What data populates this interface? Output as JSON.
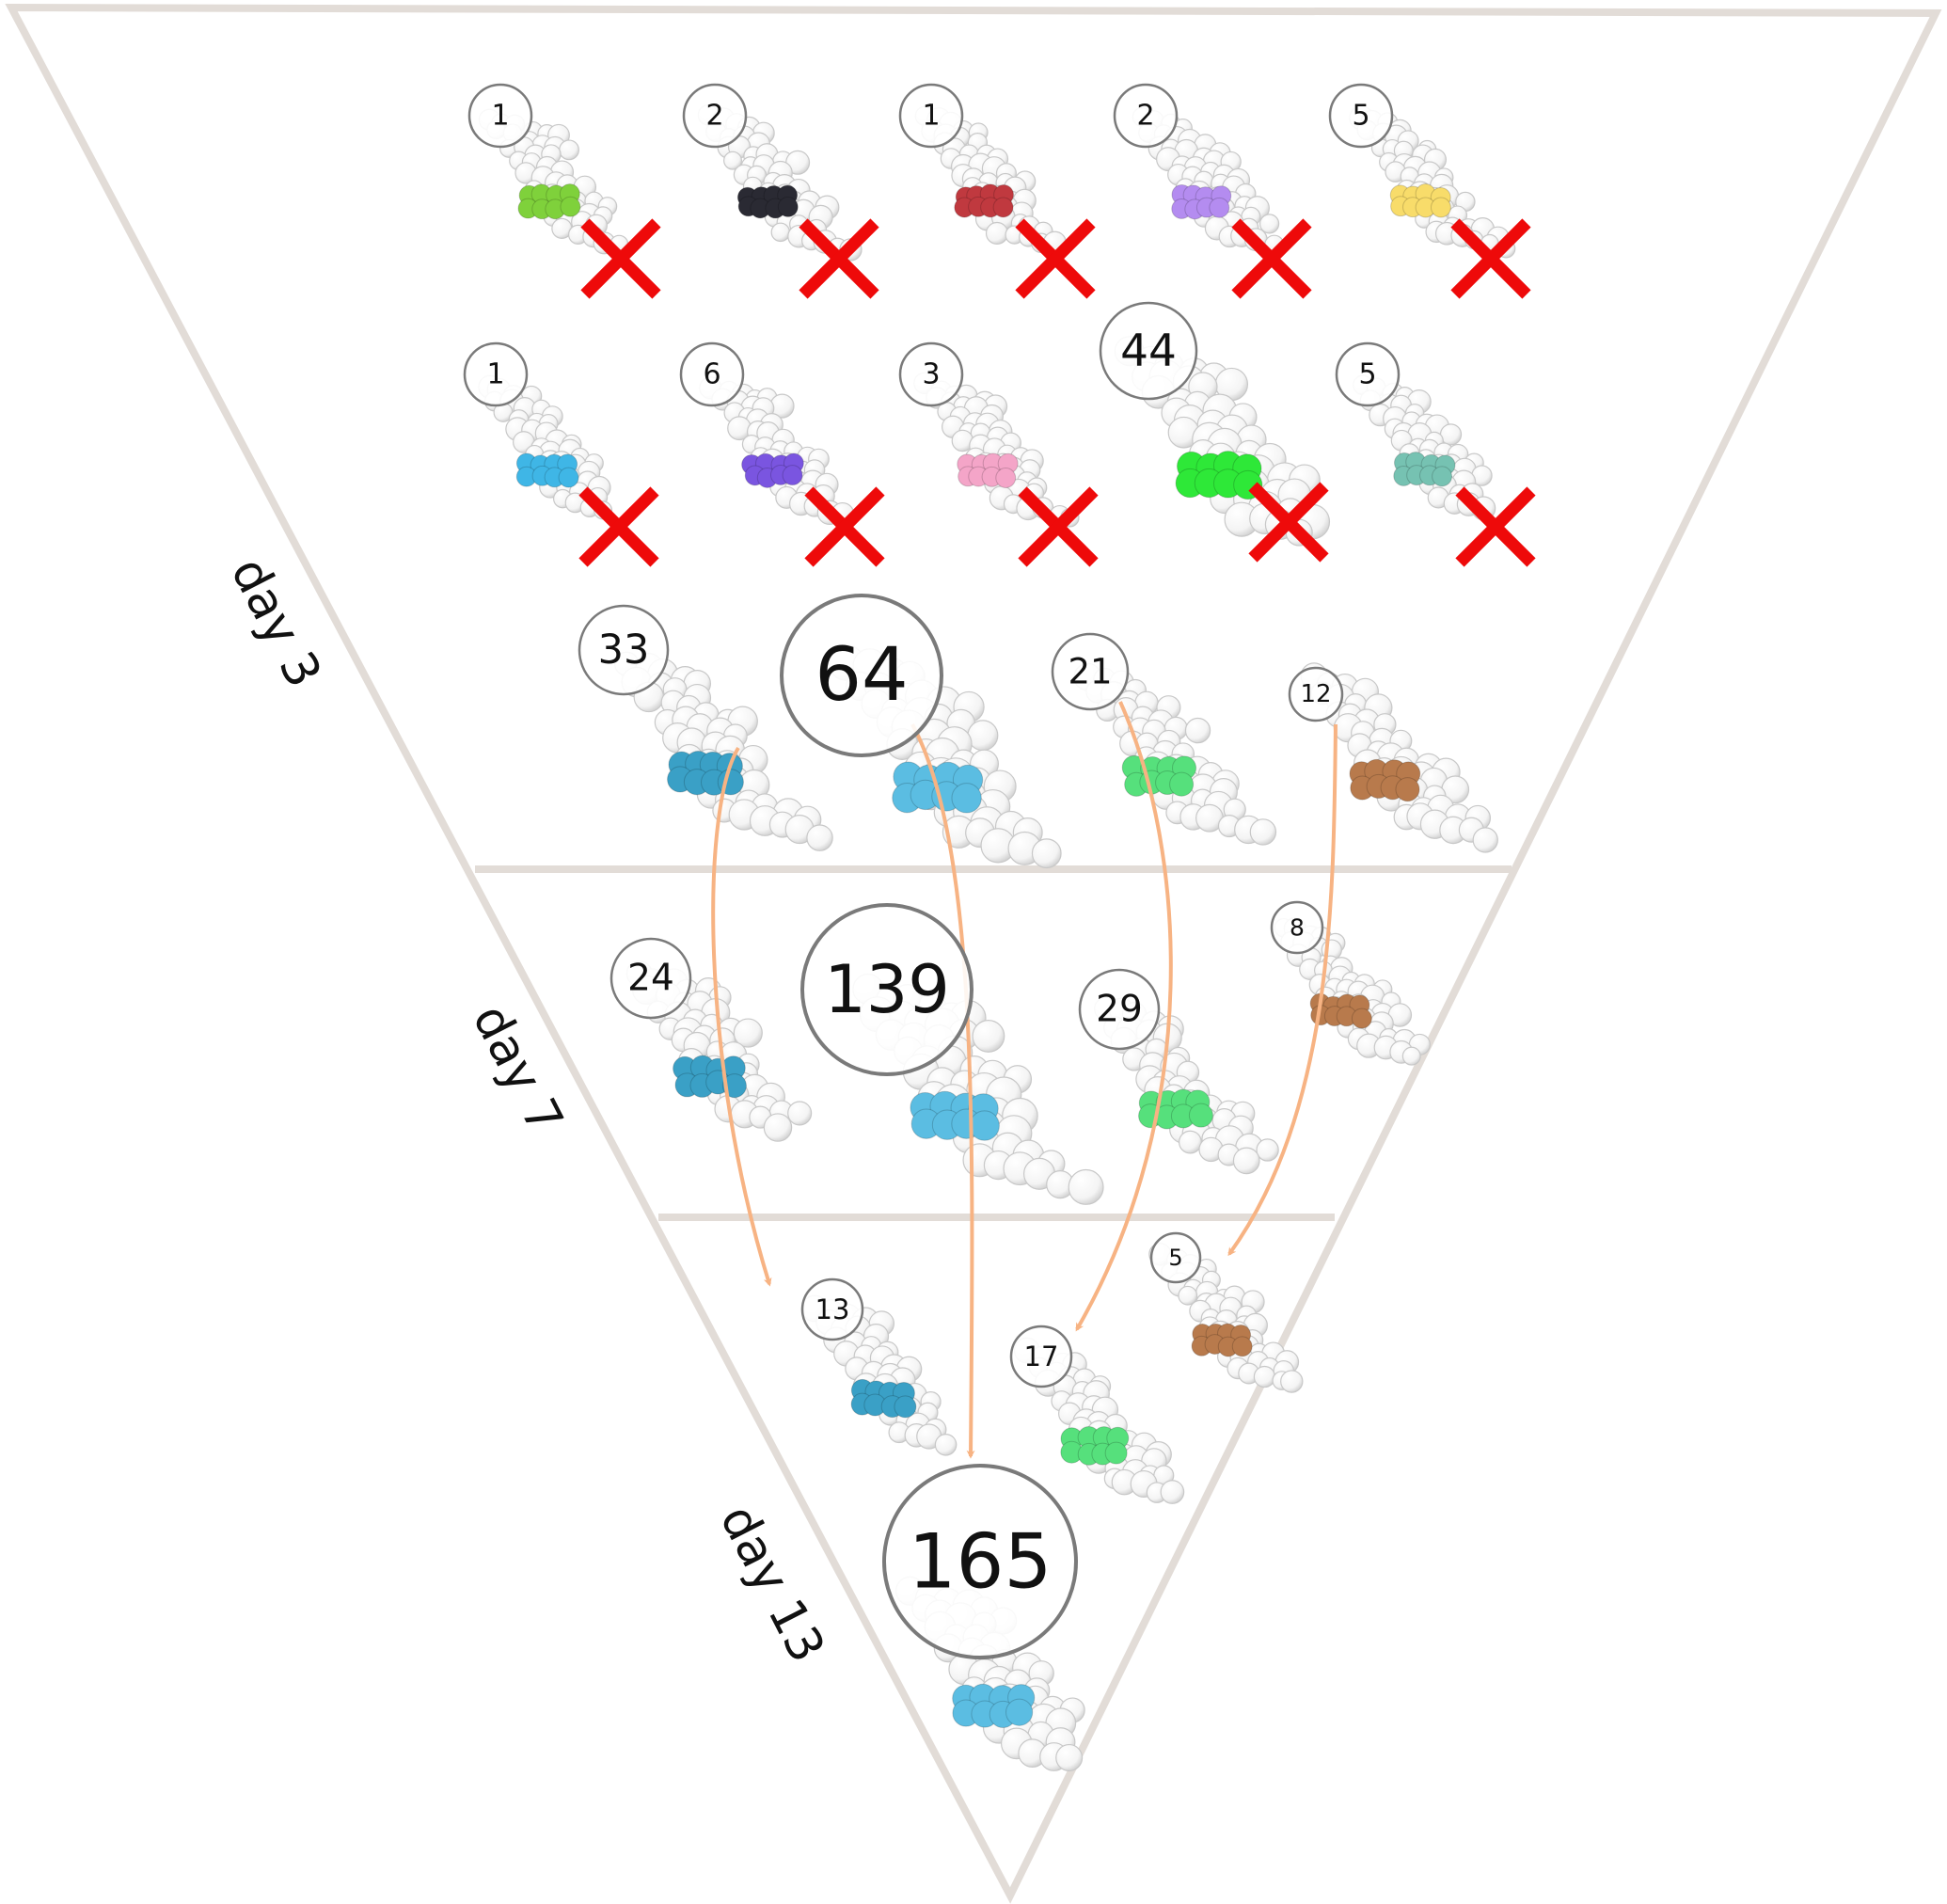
{
  "stages": [
    {
      "label": "day 3"
    },
    {
      "label": "day 7"
    },
    {
      "label": "day 13"
    }
  ],
  "colors": {
    "funnel_stroke": "#e2dcd7",
    "arrow": "#f7b383",
    "cross": "#ee0a0a",
    "badge_stroke": "#7a7a7a",
    "sphere": "#ffffff",
    "sphere_stroke": "#c4c4c4"
  },
  "clusters": [
    {
      "id": "d3-r1-1",
      "stage": "day 3",
      "count": "1",
      "color": "#7fd13b",
      "eliminated": true
    },
    {
      "id": "d3-r1-2",
      "stage": "day 3",
      "count": "2",
      "color": "#2a2a33",
      "eliminated": true
    },
    {
      "id": "d3-r1-3",
      "stage": "day 3",
      "count": "1",
      "color": "#c0393f",
      "eliminated": true
    },
    {
      "id": "d3-r1-4",
      "stage": "day 3",
      "count": "2",
      "color": "#b48cf0",
      "eliminated": true
    },
    {
      "id": "d3-r1-5",
      "stage": "day 3",
      "count": "5",
      "color": "#f8dc6a",
      "eliminated": true
    },
    {
      "id": "d3-r2-1",
      "stage": "day 3",
      "count": "1",
      "color": "#3fb6e6",
      "eliminated": true
    },
    {
      "id": "d3-r2-2",
      "stage": "day 3",
      "count": "6",
      "color": "#7a55e0",
      "eliminated": true
    },
    {
      "id": "d3-r2-3",
      "stage": "day 3",
      "count": "3",
      "color": "#f4a5c8",
      "eliminated": true
    },
    {
      "id": "d3-r2-4",
      "stage": "day 3",
      "count": "44",
      "color": "#2ee838",
      "eliminated": true
    },
    {
      "id": "d3-r2-5",
      "stage": "day 3",
      "count": "5",
      "color": "#76c2b2",
      "eliminated": true
    },
    {
      "id": "d3-r3-1",
      "stage": "day 3",
      "count": "33",
      "color": "#3aa0c6",
      "eliminated": false
    },
    {
      "id": "d3-r3-2",
      "stage": "day 3",
      "count": "64",
      "color": "#5bbde2",
      "eliminated": false
    },
    {
      "id": "d3-r3-3",
      "stage": "day 3",
      "count": "21",
      "color": "#56e07c",
      "eliminated": false
    },
    {
      "id": "d3-r3-4",
      "stage": "day 3",
      "count": "12",
      "color": "#b87a4c",
      "eliminated": false
    },
    {
      "id": "d7-1",
      "stage": "day 7",
      "count": "24",
      "color": "#3aa0c6",
      "eliminated": false
    },
    {
      "id": "d7-2",
      "stage": "day 7",
      "count": "139",
      "color": "#5bbde2",
      "eliminated": false
    },
    {
      "id": "d7-3",
      "stage": "day 7",
      "count": "29",
      "color": "#56e07c",
      "eliminated": false
    },
    {
      "id": "d7-4",
      "stage": "day 7",
      "count": "8",
      "color": "#b87a4c",
      "eliminated": false
    },
    {
      "id": "d13-1",
      "stage": "day 13",
      "count": "13",
      "color": "#3aa0c6",
      "eliminated": false
    },
    {
      "id": "d13-2",
      "stage": "day 13",
      "count": "17",
      "color": "#56e07c",
      "eliminated": false
    },
    {
      "id": "d13-3",
      "stage": "day 13",
      "count": "5",
      "color": "#b87a4c",
      "eliminated": false
    },
    {
      "id": "d13-4",
      "stage": "day 13",
      "count": "165",
      "color": "#5bbde2",
      "eliminated": false
    }
  ],
  "lineages": [
    {
      "from": "d3-r3-1",
      "to": "d13-1"
    },
    {
      "from": "d3-r3-2",
      "to": "d13-4"
    },
    {
      "from": "d3-r3-3",
      "to": "d13-2"
    },
    {
      "from": "d3-r3-4",
      "to": "d13-3"
    }
  ]
}
